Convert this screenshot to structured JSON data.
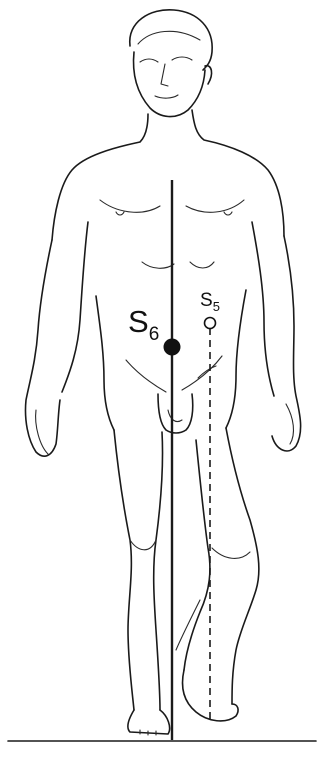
{
  "diagram": {
    "points": [
      {
        "id": "s6",
        "letter": "S",
        "subscript": "6",
        "style": "filled"
      },
      {
        "id": "s5",
        "letter": "S",
        "subscript": "5",
        "style": "open"
      }
    ],
    "lines": [
      {
        "id": "s6-line",
        "style": "solid"
      },
      {
        "id": "s5-line",
        "style": "dashed"
      }
    ],
    "colors": {
      "ink": "#1a1a1a",
      "background": "#ffffff"
    }
  }
}
